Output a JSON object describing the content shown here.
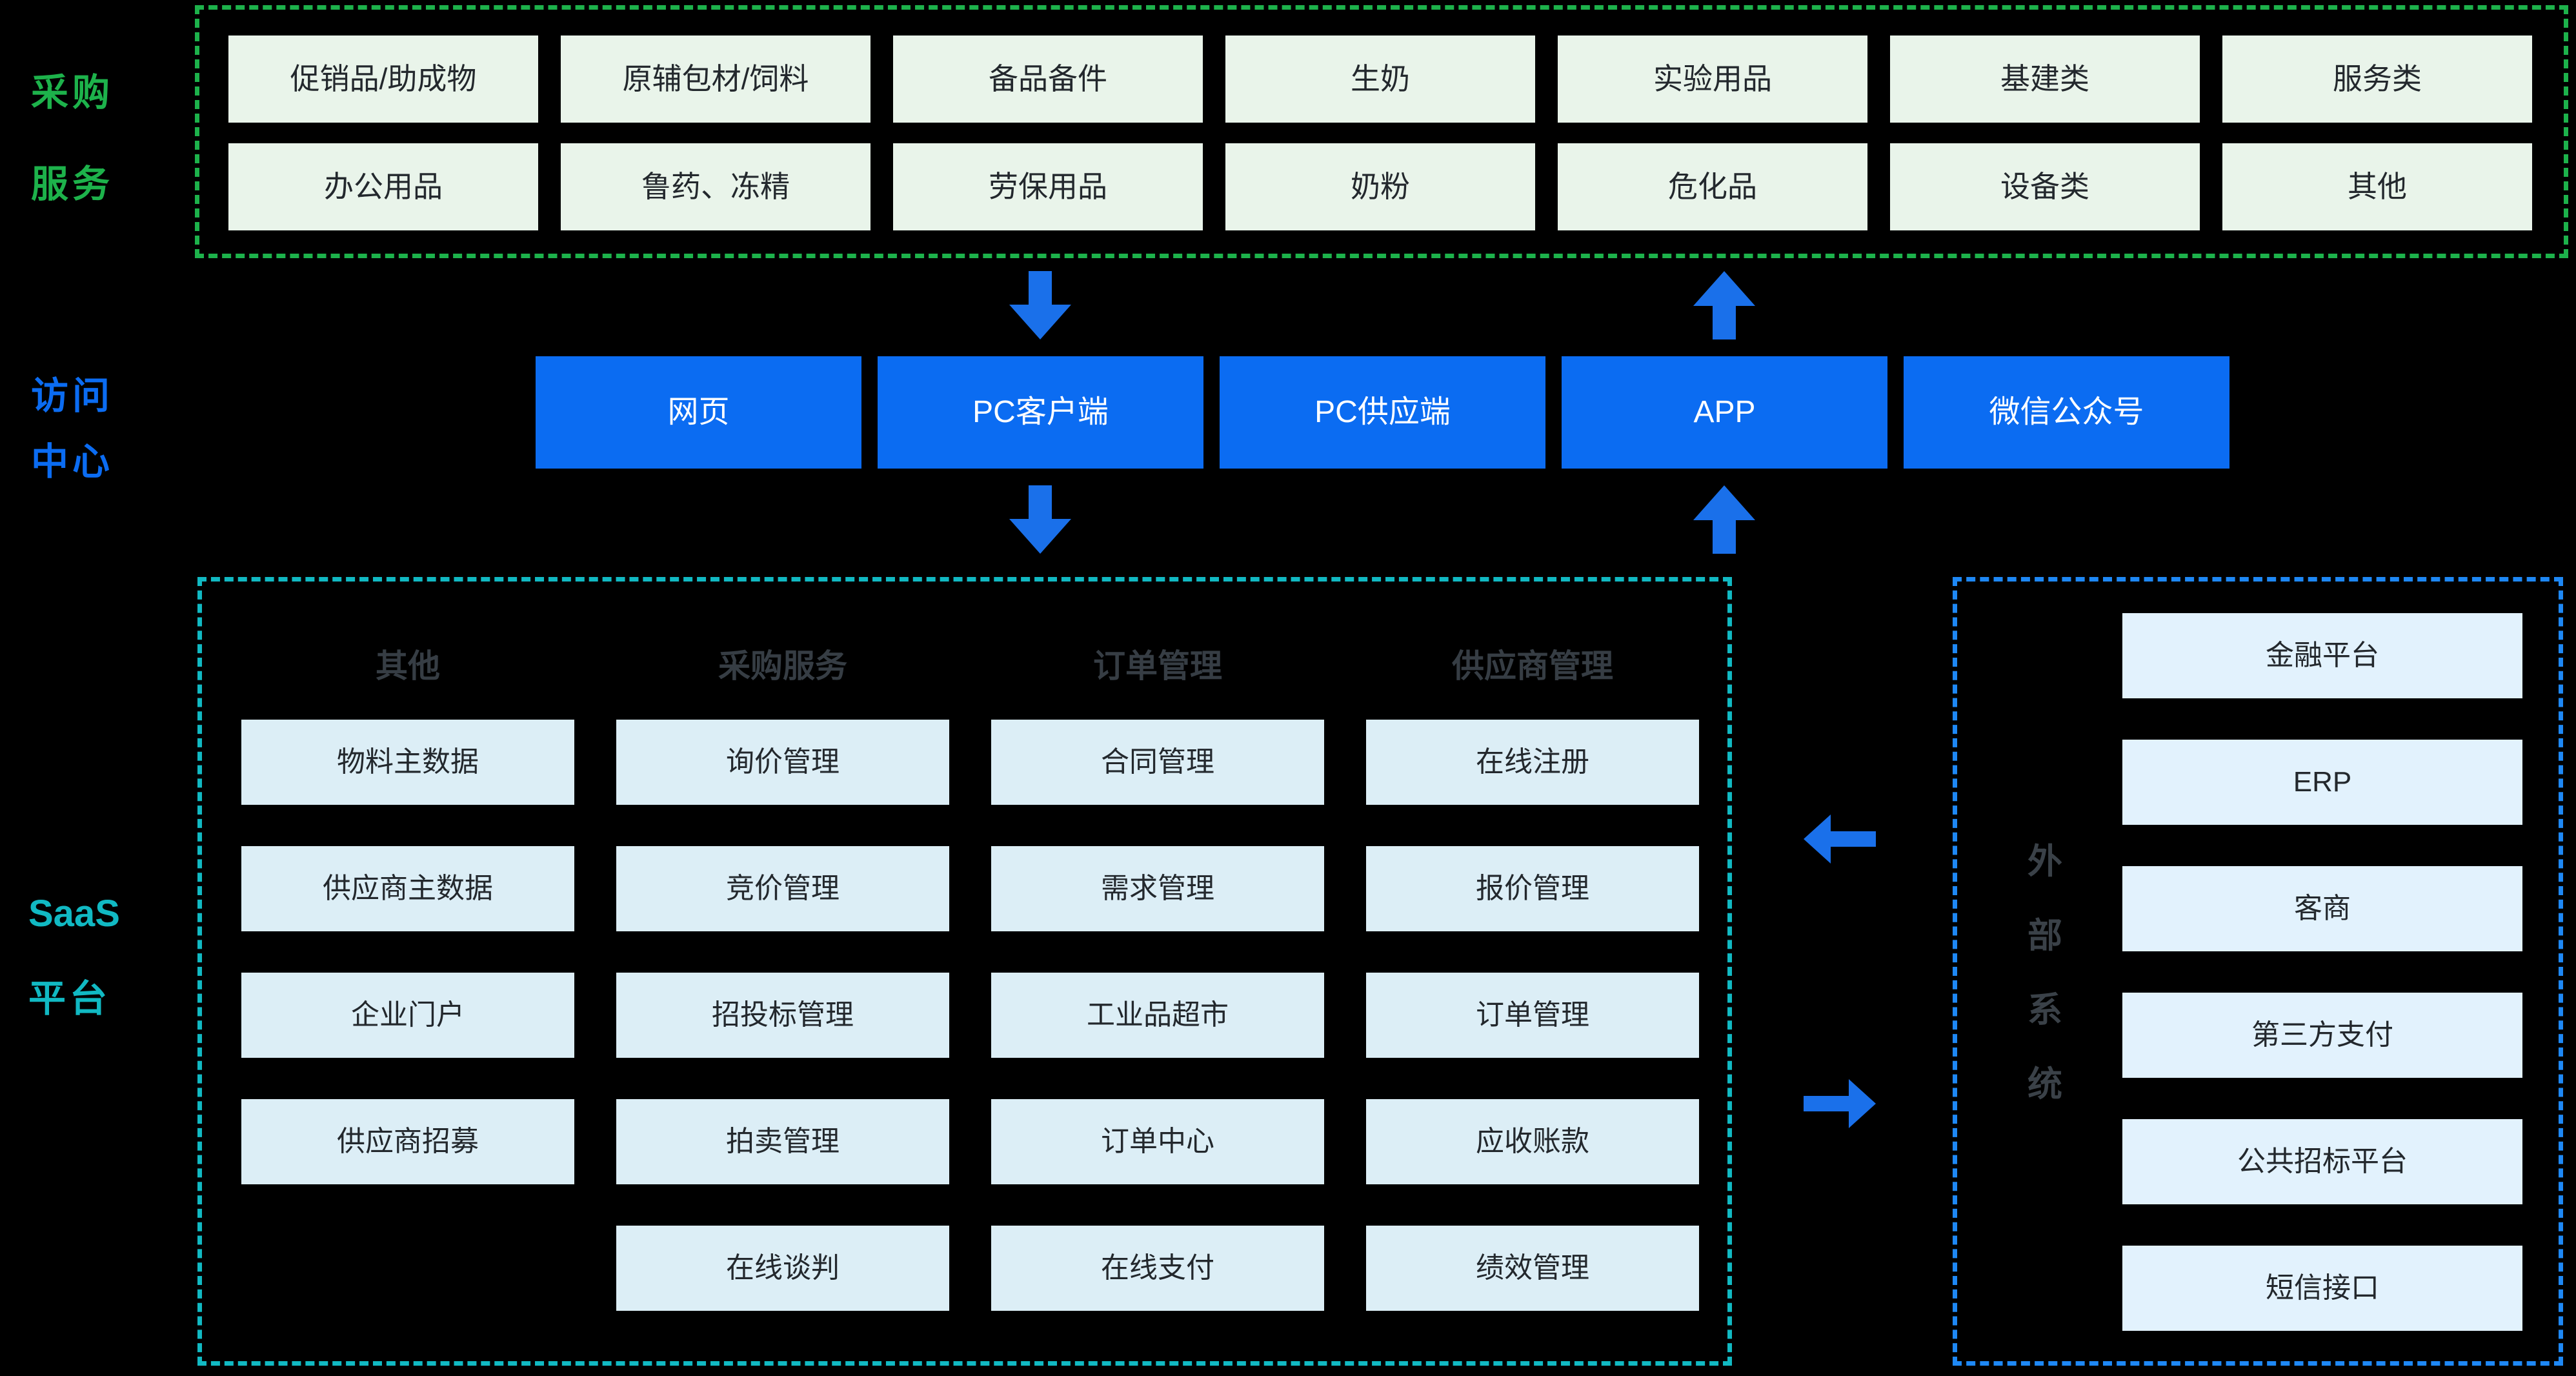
{
  "procurement": {
    "label": [
      "采购",
      "服务"
    ],
    "rows": [
      [
        "促销品/助成物",
        "原辅包材/饲料",
        "备品备件",
        "生奶",
        "实验用品",
        "基建类",
        "服务类"
      ],
      [
        "办公用品",
        "鲁药、冻精",
        "劳保用品",
        "奶粉",
        "危化品",
        "设备类",
        "其他"
      ]
    ]
  },
  "access": {
    "label": [
      "访问",
      "中心"
    ],
    "items": [
      "网页",
      "PC客户端",
      "PC供应端",
      "APP",
      "微信公众号"
    ]
  },
  "saas": {
    "label": [
      "SaaS",
      "平台"
    ],
    "columns": [
      {
        "header": "其他",
        "items": [
          "物料主数据",
          "供应商主数据",
          "企业门户",
          "供应商招募"
        ]
      },
      {
        "header": "采购服务",
        "items": [
          "询价管理",
          "竞价管理",
          "招投标管理",
          "拍卖管理",
          "在线谈判"
        ]
      },
      {
        "header": "订单管理",
        "items": [
          "合同管理",
          "需求管理",
          "工业品超市",
          "订单中心",
          "在线支付"
        ]
      },
      {
        "header": "供应商管理",
        "items": [
          "在线注册",
          "报价管理",
          "订单管理",
          "应收账款",
          "绩效管理"
        ]
      }
    ]
  },
  "external": {
    "label_chars": [
      "外",
      "部",
      "系",
      "统"
    ],
    "items": [
      "金融平台",
      "ERP",
      "客商",
      "第三方支付",
      "公共招标平台",
      "短信接口"
    ]
  },
  "icons": {
    "down_arrow": "solid block arrow pointing down",
    "up_arrow": "solid block arrow pointing up",
    "left_arrow": "solid block arrow pointing left",
    "right_arrow": "solid block arrow pointing right"
  },
  "colors": {
    "background": "#000000",
    "procurement_accent": "#1db24b",
    "access_accent": "#0b6cf2",
    "saas_accent": "#11b9c3",
    "external_accent": "#1e88f5",
    "arrow": "#1a70ea",
    "category_fill": "#e9f4ea",
    "channel_fill": "#0b6cf2",
    "module_fill": "#dceef6",
    "external_fill": "#e2f2fd"
  }
}
